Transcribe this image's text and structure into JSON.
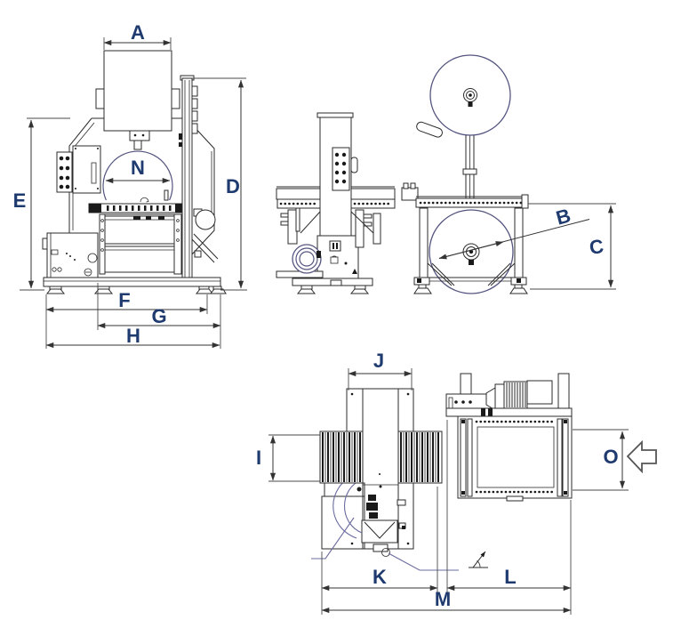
{
  "diagram": {
    "background": "#ffffff",
    "colors": {
      "label": "#1e3a6e",
      "line": "#2b2b2b",
      "dimension": "#333333",
      "accent": "#54557f"
    },
    "dims": {
      "A": "A",
      "B": "B",
      "C": "C",
      "D": "D",
      "E": "E",
      "F": "F",
      "G": "G",
      "H": "H",
      "I": "I",
      "J": "J",
      "K": "K",
      "L": "L",
      "M": "M",
      "N": "N",
      "O": "O"
    },
    "views": {
      "front": {
        "name": "front-elevation",
        "dims": [
          "A",
          "N",
          "E",
          "D",
          "F",
          "G",
          "H"
        ]
      },
      "side": {
        "name": "side-elevation",
        "dims": [
          "B",
          "C"
        ]
      },
      "plan": {
        "name": "top-plan",
        "dims": [
          "J",
          "I",
          "K",
          "L",
          "M",
          "O"
        ]
      }
    },
    "icons": {
      "flow_arrow": "left-direction-arrow",
      "angle_mark": "angle-reference"
    }
  }
}
